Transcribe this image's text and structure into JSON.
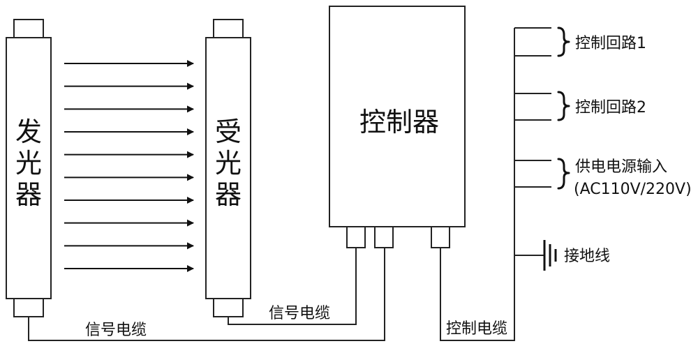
{
  "emitter": {
    "label_chars": [
      "发",
      "光",
      "器"
    ]
  },
  "receiver": {
    "label_chars": [
      "受",
      "光",
      "器"
    ]
  },
  "controller": {
    "label": "控制器"
  },
  "cables": {
    "signal_cable_1": "信号电缆",
    "signal_cable_2": "信号电缆",
    "control_cable": "控制电缆"
  },
  "outputs": {
    "control_loop_1": "控制回路1",
    "control_loop_2": "控制回路2",
    "power_input": "供电电源输入",
    "power_voltage": "(AC110V/220V)",
    "ground": "接地线"
  },
  "beams": {
    "count": 10
  }
}
